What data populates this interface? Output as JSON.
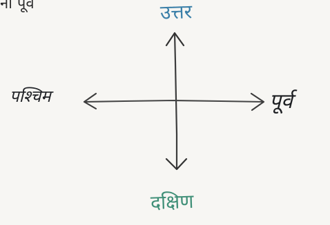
{
  "corner_fragment": "ना पूर्व",
  "diagram": {
    "north_label": "उत्तर",
    "west_label": "पश्चिम",
    "east_label": "पूर्व",
    "south_label": "दक्षिण"
  },
  "colors": {
    "ink": "#343434",
    "north": "#3a7fa8",
    "south": "#3f8f77"
  }
}
